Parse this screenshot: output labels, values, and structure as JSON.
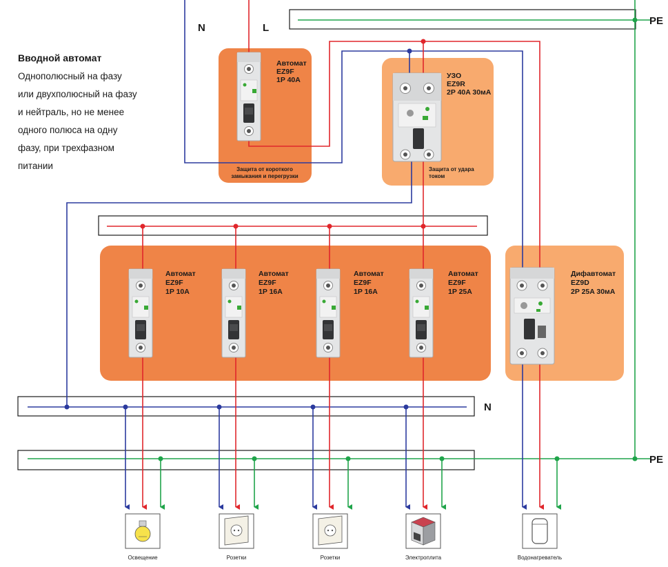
{
  "intro": {
    "title": "Вводной автомат",
    "lines": [
      "Однополюсный на фазу",
      "или двухполюсный на фазу",
      "и нейтраль, но не менее",
      "одного полюса на одну",
      "фазу, при трехфазном",
      "питании"
    ]
  },
  "conductors": {
    "neutral": "N",
    "phase": "L",
    "earth": "PE"
  },
  "main_breaker": {
    "label_lines": [
      "Автомат",
      "EZ9F",
      "1P 40A"
    ],
    "caption_lines": [
      "Защита от короткого",
      "замыкания и перегрузки"
    ]
  },
  "rcd": {
    "label_lines": [
      "УЗО",
      "EZ9R",
      "2P 40A 30мА"
    ],
    "caption_lines": [
      "Защита от удара",
      "током"
    ]
  },
  "breakers": [
    {
      "label_lines": [
        "Автомат",
        "EZ9F",
        "1P 10A"
      ]
    },
    {
      "label_lines": [
        "Автомат",
        "EZ9F",
        "1P 16A"
      ]
    },
    {
      "label_lines": [
        "Автомат",
        "EZ9F",
        "1P 16A"
      ]
    },
    {
      "label_lines": [
        "Автомат",
        "EZ9F",
        "1P 25A"
      ]
    }
  ],
  "rcbo": {
    "label_lines": [
      "Дифавтомат",
      "EZ9D",
      "2P 25A 30мА"
    ]
  },
  "consumers": [
    {
      "label": "Освещение",
      "icon": "light-bulb-icon"
    },
    {
      "label": "Розетки",
      "icon": "socket-icon"
    },
    {
      "label": "Розетки",
      "icon": "socket-icon"
    },
    {
      "label": "Электроплита",
      "icon": "stove-icon"
    },
    {
      "label": "Водонагреватель",
      "icon": "water-heater-icon"
    }
  ],
  "colors": {
    "neutral_wire": "#2b3a9e",
    "phase_wire": "#e0262b",
    "earth_wire": "#1fa44a",
    "box_dark_orange": "#ef8447",
    "box_light_orange": "#f8aa6e"
  }
}
